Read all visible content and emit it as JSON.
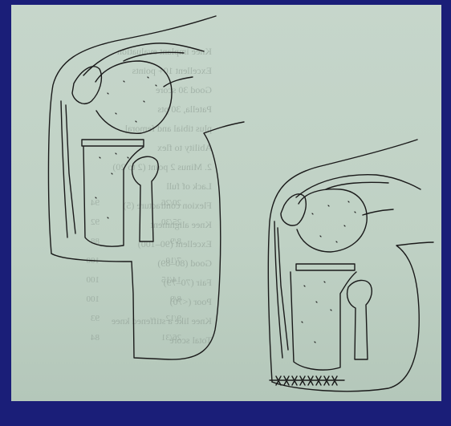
{
  "slide": {
    "background": "#1a1e78",
    "photo_tint": "#c4d5c9"
  },
  "figure": {
    "line_color": "#1a1a1a"
  },
  "bleed_text": {
    "rows": [
      "Knee implant evaluation",
      "Excellent 10+ points",
      "Good 30 score",
      "Patella, 30 pts",
      "plus tibial and femoral",
      "Ability to flex",
      "2. Minus 2 point (2 to 20)",
      "Lack of full",
      "Flexion contracture (5)",
      "Knee alignment",
      "Excellent (90–100)",
      "Good (80–89)",
      "Fair (70–79)",
      "Poor (<70)",
      "Knee like a stiffened knee",
      "Total score"
    ],
    "values": [
      "94",
      "92",
      "88",
      "100",
      "100",
      "100",
      "93",
      "84"
    ],
    "ratios": [
      "20/26",
      "25/30",
      "8/9",
      "7/10",
      "14/15",
      "8/9",
      "9/12",
      "26/31"
    ]
  }
}
